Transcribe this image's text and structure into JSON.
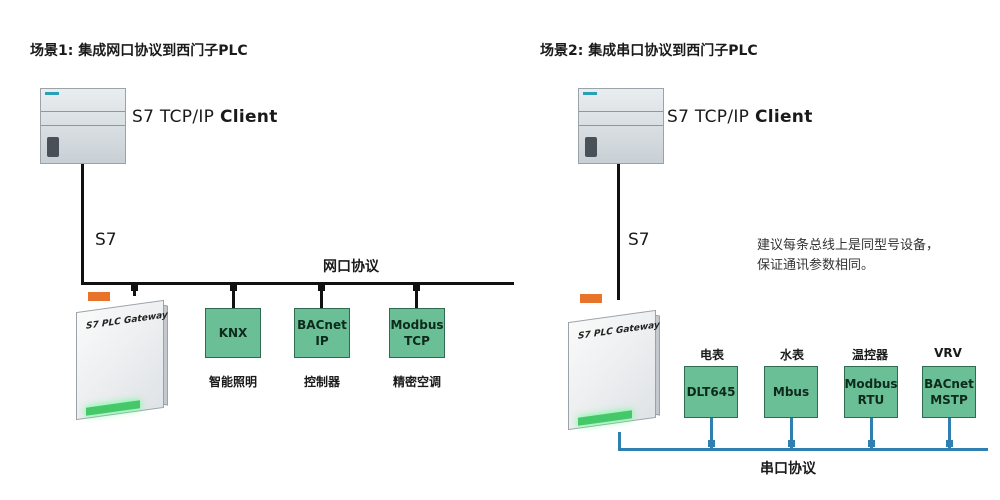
{
  "scenario1": {
    "title": "场景1: 集成网口协议到西门子PLC",
    "client_label": "S7 TCP/IP",
    "client_suffix": "Client",
    "link_label": "S7",
    "bus_label": "网口协议",
    "gateway_title": "S7 PLC Gateway",
    "devices": [
      {
        "label": "KNX",
        "caption": "智能照明"
      },
      {
        "label": "BACnet\nIP",
        "caption": "控制器"
      },
      {
        "label": "Modbus\nTCP",
        "caption": "精密空调"
      }
    ]
  },
  "scenario2": {
    "title": "场景2: 集成串口协议到西门子PLC",
    "client_label": "S7 TCP/IP",
    "client_suffix": "Client",
    "link_label": "S7",
    "bus_label": "串口协议",
    "gateway_title": "S7 PLC Gateway",
    "note_line1": "建议每条总线上是同型号设备，",
    "note_line2": "保证通讯参数相同。",
    "devices": [
      {
        "label": "DLT645",
        "caption": "电表"
      },
      {
        "label": "Mbus",
        "caption": "水表"
      },
      {
        "label": "Modbus\nRTU",
        "caption": "温控器"
      },
      {
        "label": "BACnet\nMSTP",
        "caption": "VRV"
      }
    ]
  },
  "colors": {
    "device_fill": "#6bbf96",
    "ethernet_line": "#111111",
    "serial_line": "#2f7fb0"
  }
}
